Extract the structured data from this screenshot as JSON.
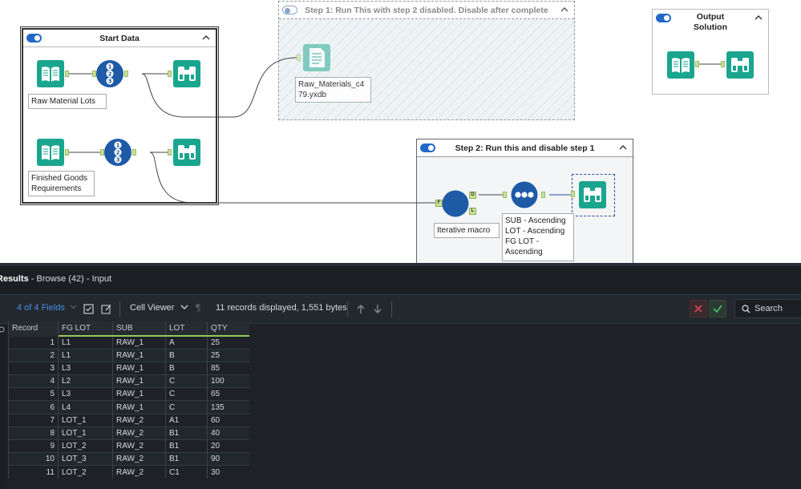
{
  "canvas": {
    "containers": {
      "start_data": {
        "title": "Start Data",
        "enabled": true
      },
      "step1": {
        "title": "Step 1: Run This with step 2 disabled. Disable after complete",
        "enabled": false
      },
      "output": {
        "title_line1": "Output",
        "title_line2": "Solution",
        "enabled": true
      },
      "step2": {
        "title": "Step 2: Run this and disable step 1",
        "enabled": true
      }
    },
    "annotations": {
      "raw_material_lots": "Raw Material Lots",
      "finished_goods_line1": "Finished Goods",
      "finished_goods_line2": "Requirements",
      "raw_materials_file_line1": "Raw_Materials_c4",
      "raw_materials_file_line2": "79.yxdb",
      "iterative_macro": "Iterative macro",
      "sort_line1": "SUB - Ascending",
      "sort_line2": "LOT - Ascending",
      "sort_line3": "FG LOT -",
      "sort_line4": "Ascending"
    },
    "anchors": {
      "macro_in": "F",
      "macro_out1": "D",
      "macro_out2": "L"
    },
    "icons": {
      "input": "book-input-icon",
      "record_id": "record-id-icon",
      "browse": "binoculars-icon",
      "output": "output-file-icon",
      "macro": "macro-circle-icon",
      "sort": "sort-dots-icon"
    },
    "colors": {
      "tool_teal": "#1aa58e",
      "tool_blue": "#1f5aa6",
      "anchor_green": "#c8e29a"
    }
  },
  "results": {
    "title_bold": "Results",
    "title_rest": " - Browse (42) - Input",
    "toolbar": {
      "fields": "4 of 4 Fields",
      "cell_viewer": "Cell Viewer",
      "records_info": "11 records displayed, 1,551 bytes",
      "search": "Search"
    },
    "columns": [
      "Record",
      "FG LOT",
      "SUB",
      "LOT",
      "QTY"
    ],
    "rows": [
      [
        "1",
        "L1",
        "RAW_1",
        "A",
        "25"
      ],
      [
        "2",
        "L1",
        "RAW_1",
        "B",
        "25"
      ],
      [
        "3",
        "L3",
        "RAW_1",
        "B",
        "85"
      ],
      [
        "4",
        "L2",
        "RAW_1",
        "C",
        "100"
      ],
      [
        "5",
        "L3",
        "RAW_1",
        "C",
        "65"
      ],
      [
        "6",
        "L4",
        "RAW_1",
        "C",
        "135"
      ],
      [
        "7",
        "LOT_1",
        "RAW_2",
        "A1",
        "60"
      ],
      [
        "8",
        "LOT_1",
        "RAW_2",
        "B1",
        "40"
      ],
      [
        "9",
        "LOT_2",
        "RAW_2",
        "B1",
        "20"
      ],
      [
        "10",
        "LOT_3",
        "RAW_2",
        "B1",
        "90"
      ],
      [
        "11",
        "LOT_2",
        "RAW_2",
        "C1",
        "30"
      ]
    ]
  }
}
